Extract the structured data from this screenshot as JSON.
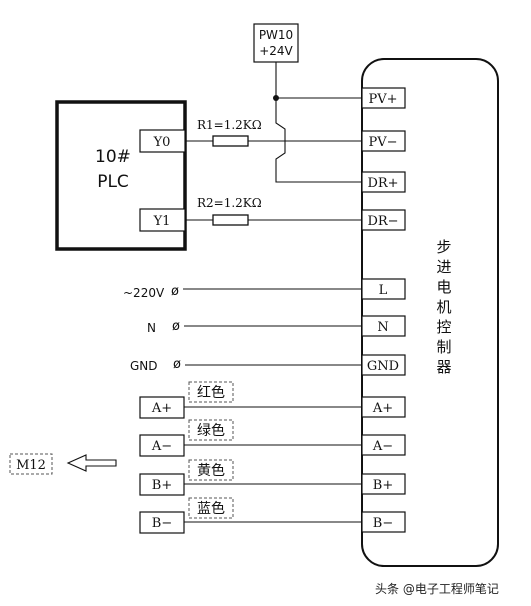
{
  "power": {
    "name": "PW10",
    "voltage": "+24V"
  },
  "plc": {
    "title_line1": "10#",
    "title_line2": "PLC",
    "out0": "Y0",
    "out1": "Y1"
  },
  "resistors": {
    "r1": "R1=1.2KΩ",
    "r2": "R2=1.2KΩ"
  },
  "driver": {
    "name_chars": [
      "步",
      "进",
      "电",
      "机",
      "控",
      "制",
      "器"
    ],
    "terminals": {
      "pv_plus": "PV+",
      "pv_minus": "PV−",
      "dr_plus": "DR+",
      "dr_minus": "DR−",
      "l": "L",
      "n": "N",
      "gnd": "GND",
      "a_plus": "A+",
      "a_minus": "A−",
      "b_plus": "B+",
      "b_minus": "B−"
    }
  },
  "mains": {
    "ac": "~220V",
    "neutral": "N",
    "ground": "GND"
  },
  "motor": {
    "name": "M12",
    "terminals": {
      "a_plus": "A+",
      "a_minus": "A−",
      "b_plus": "B+",
      "b_minus": "B−"
    },
    "wires": {
      "red": "红色",
      "green": "绿色",
      "yellow": "黄色",
      "blue": "蓝色"
    }
  },
  "watermark": "头条 @电子工程师笔记"
}
